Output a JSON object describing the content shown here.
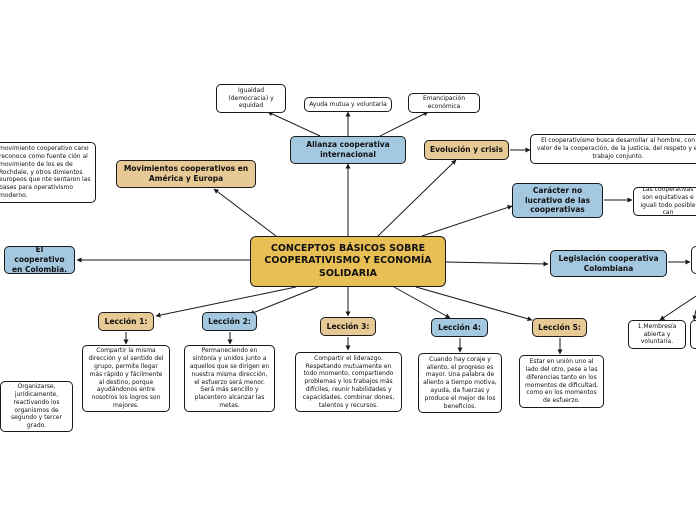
{
  "central": "CONCEPTOS BÁSICOS SOBRE COOPERATIVISMO Y ECONOMÍA SOLIDARIA",
  "alianza": {
    "title": "Alianza cooperativa internacional",
    "children": [
      "Igualdad (democracia) y equidad",
      "Ayuda mutua y voluntaria",
      "Emancipación económica"
    ]
  },
  "evolucion": {
    "title": "Evolución y crisis",
    "detail": "El cooperativismo busca desarrollar al hombre, con valor de la cooperación, de la justicia, del respeto y el trabajo conjunto."
  },
  "caracter": {
    "title": "Carácter no lucrativo de las cooperativas",
    "detail": "Las cooperativas son equitativas e iguali todo posible can"
  },
  "legislacion": {
    "title": "Legislación cooperativa Colombiana",
    "children": [
      "1.Membresía abierta y voluntaria."
    ]
  },
  "movimientos": {
    "title": "Movimientos cooperativos en América y Europa",
    "detail": "movimiento cooperativo cano reconoce como fuente ción al movimiento de los es de Rochdale, y otros dimientos europeos que nte sentaron las bases para operativismo moderno."
  },
  "colombia": {
    "title": "El cooperativo en Colombia."
  },
  "organizarse": "Organizarse, jurídicamente, reactivando los organismos de segundo y tercer grado.",
  "lecciones": [
    {
      "title": "Lección 1:",
      "text": "Compartir la misma dirección y el sentido del grupo, permite llegar más rápido y fácilmente al destino, porque ayudándonos entre nosotros los logros son mejores."
    },
    {
      "title": "Lección 2:",
      "text": "Permaneciendo en sintonía y unidos junto a aquellos que se dirigen en nuestra misma dirección, el esfuerzo será menor. Será más sencillo y placentero alcanzar las metas."
    },
    {
      "title": "Lección 3:",
      "text": "Compartir el liderazgo. Respetando mutuamente en todo momento, compartiendo problemas y los trabajos más difíciles, reunir habilidades y capacidades, combinar dones, talentos y recursos."
    },
    {
      "title": "Lección 4:",
      "text": "Cuando hay coraje y aliento, el progreso es mayor. Una palabra de aliento a tiempo motiva, ayuda, da fuerzas y produce el mejor de los beneficios."
    },
    {
      "title": "Lección 5:",
      "text": "Estar en unión uno al lado del otro, pese a las diferencias tanto en los momentos de dificultad, como en los momentos de esfuerzo."
    }
  ],
  "colors": {
    "center": "#e8bf55",
    "tan": "#e6c994",
    "blue": "#a3c8df",
    "line": "#1a1a1a"
  }
}
